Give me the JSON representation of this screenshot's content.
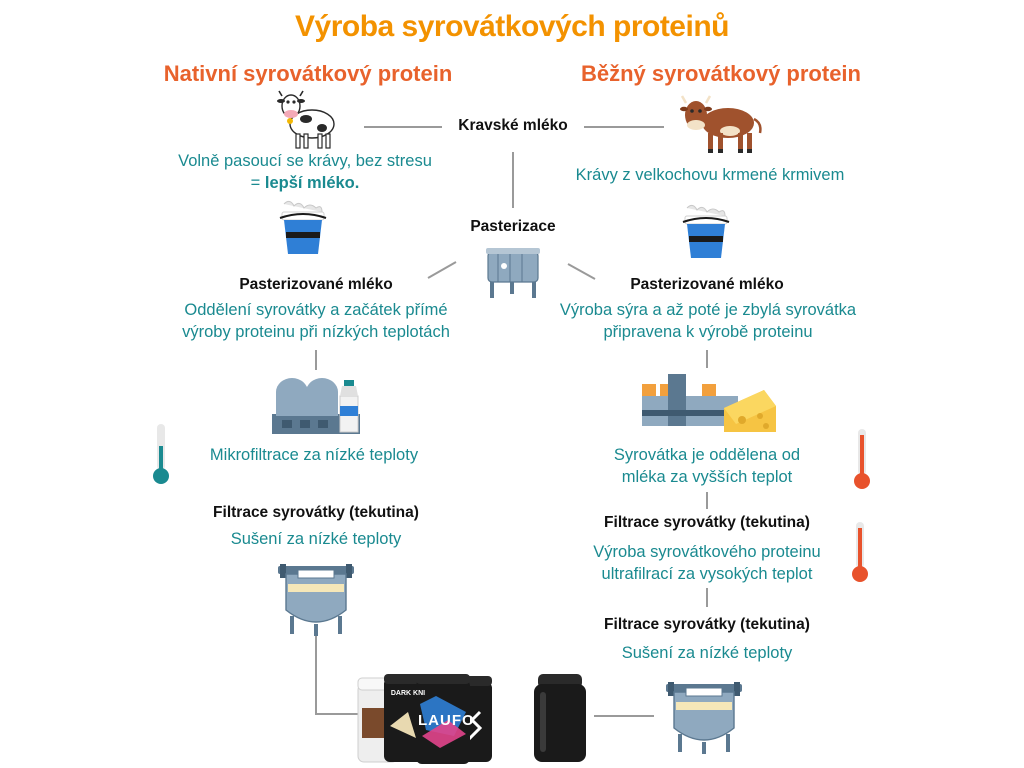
{
  "title": "Výroba syrovátkových proteinů",
  "left": {
    "heading": "Nativní syrovátkový protein",
    "cows_line1": "Volně pasoucí se krávy, bez stresu",
    "cows_line2_prefix": "= ",
    "cows_line2_bold": "lepší mléko.",
    "pasteurized": "Pasterizované mléko",
    "separation_line1": "Oddělení syrovátky a začátek přímé",
    "separation_line2": "výroby proteinu při nízkých teplotách",
    "microfiltration": "Mikrofiltrace za nízké teploty",
    "filtration": "Filtrace syrovátky (tekutina)",
    "drying": "Sušení za nízké teploty"
  },
  "right": {
    "heading": "Běžný syrovátkový protein",
    "cows": "Krávy z velkochovu krmené krmivem",
    "pasteurized": "Pasterizované mléko",
    "cheese_line1": "Výroba sýra a až poté je zbylá syrovátka",
    "cheese_line2": "připravena k výrobě proteinu",
    "separated_line1": "Syrovátka je oddělena od",
    "separated_line2": "mléka za vyšších teplot",
    "filtration1": "Filtrace syrovátky (tekutina)",
    "ultra_line1": "Výroba syrovátkového proteinu",
    "ultra_line2": "ultrafilrací za vysokých teplot",
    "filtration2": "Filtrace syrovátky (tekutina)",
    "drying": "Sušení za nízké teploty"
  },
  "center": {
    "milk": "Kravské mléko",
    "pasteurization": "Pasterizace"
  },
  "product_brands": [
    "DARK KNI",
    "LAUFO"
  ],
  "colors": {
    "title": "#f39200",
    "heading": "#e8622c",
    "teal": "#1a8a90",
    "bucket": "#2f7fd6",
    "thermo_cold": "#1a8a90",
    "thermo_hot": "#e8522c",
    "connector": "#9a9a9a"
  },
  "icons": [
    "happy-cow-icon",
    "farm-cow-icon",
    "milk-bucket-icon",
    "pasteurizer-icon",
    "dairy-factory-icon",
    "cheese-factory-icon",
    "cold-thermometer-icon",
    "hot-thermometer-icon",
    "drying-tank-icon",
    "protein-tubs-icon",
    "plain-tub-icon"
  ]
}
